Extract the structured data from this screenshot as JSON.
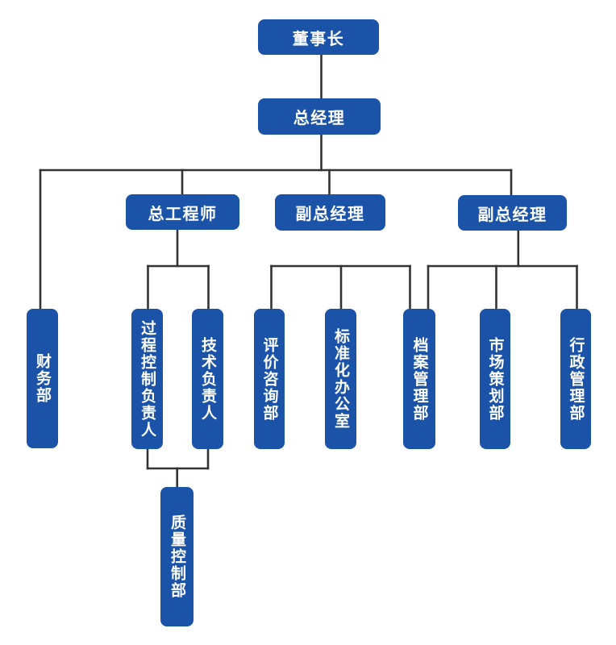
{
  "org_chart": {
    "nodes": {
      "chairman": {
        "label": "董事长"
      },
      "general_manager": {
        "label": "总经理"
      },
      "chief_engineer": {
        "label": "总工程师"
      },
      "deputy_gm_1": {
        "label": "副总经理"
      },
      "deputy_gm_2": {
        "label": "副总经理"
      },
      "finance_dept": {
        "label": "财务部"
      },
      "process_control_lead": {
        "label": "过程控制负责人"
      },
      "technical_lead": {
        "label": "技术负责人"
      },
      "evaluation_consulting_dept": {
        "label": "评价咨询部"
      },
      "standardization_office": {
        "label": "标准化办公室"
      },
      "archives_management_dept": {
        "label": "档案管理部"
      },
      "market_planning_dept": {
        "label": "市场策划部"
      },
      "admin_management_dept": {
        "label": "行政管理部"
      },
      "quality_control_dept": {
        "label": "质量控制部"
      }
    },
    "edges": [
      [
        "chairman",
        "general_manager"
      ],
      [
        "general_manager",
        "finance_dept"
      ],
      [
        "general_manager",
        "chief_engineer"
      ],
      [
        "general_manager",
        "deputy_gm_1"
      ],
      [
        "general_manager",
        "deputy_gm_2"
      ],
      [
        "chief_engineer",
        "process_control_lead"
      ],
      [
        "chief_engineer",
        "technical_lead"
      ],
      [
        "deputy_gm_1",
        "evaluation_consulting_dept"
      ],
      [
        "deputy_gm_1",
        "standardization_office"
      ],
      [
        "deputy_gm_1",
        "archives_management_dept"
      ],
      [
        "deputy_gm_2",
        "archives_management_dept"
      ],
      [
        "deputy_gm_2",
        "market_planning_dept"
      ],
      [
        "deputy_gm_2",
        "admin_management_dept"
      ],
      [
        "process_control_lead",
        "quality_control_dept"
      ],
      [
        "technical_lead",
        "quality_control_dept"
      ]
    ],
    "colors": {
      "node_fill": "#1a53a8",
      "node_text": "#ffffff",
      "connector": "#333333",
      "background": "#ffffff"
    }
  }
}
